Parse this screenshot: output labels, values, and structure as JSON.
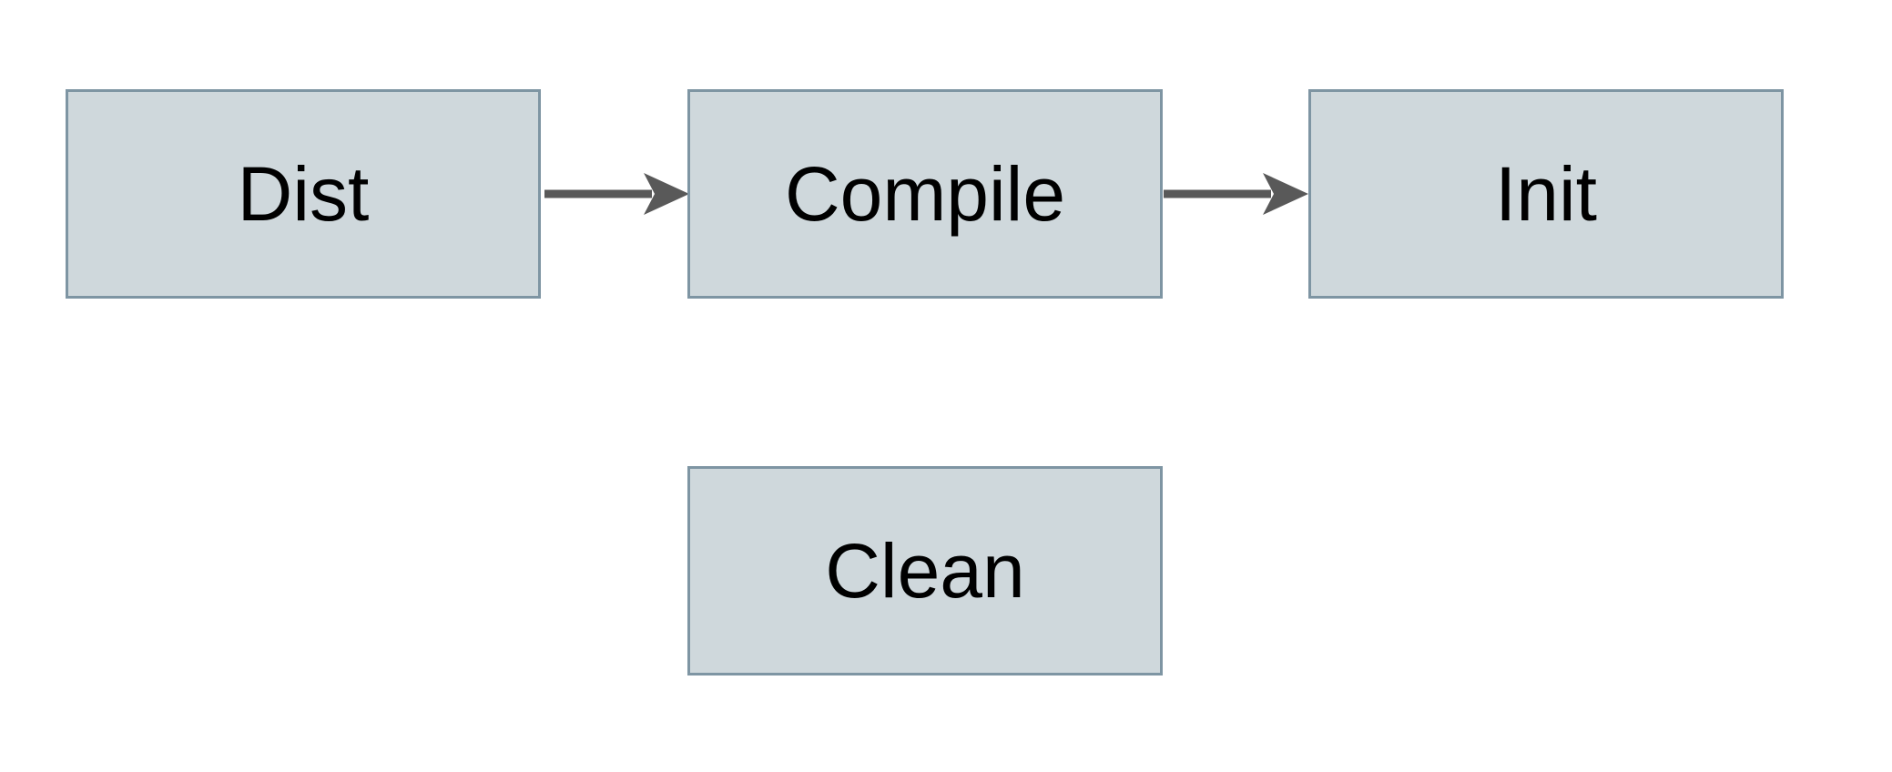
{
  "colors": {
    "background": "#ffffff",
    "node-fill": "#cfd8dc",
    "node-border": "#7e95a3",
    "arrow-color": "#595959",
    "text-color": "#000000"
  },
  "diagram": {
    "type": "flowchart",
    "nodes": [
      {
        "id": "dist",
        "label": "Dist"
      },
      {
        "id": "compile",
        "label": "Compile"
      },
      {
        "id": "init",
        "label": "Init"
      },
      {
        "id": "clean",
        "label": "Clean"
      }
    ],
    "edges": [
      {
        "from": "Dist",
        "to": "Compile"
      },
      {
        "from": "Compile",
        "to": "Init"
      }
    ]
  }
}
